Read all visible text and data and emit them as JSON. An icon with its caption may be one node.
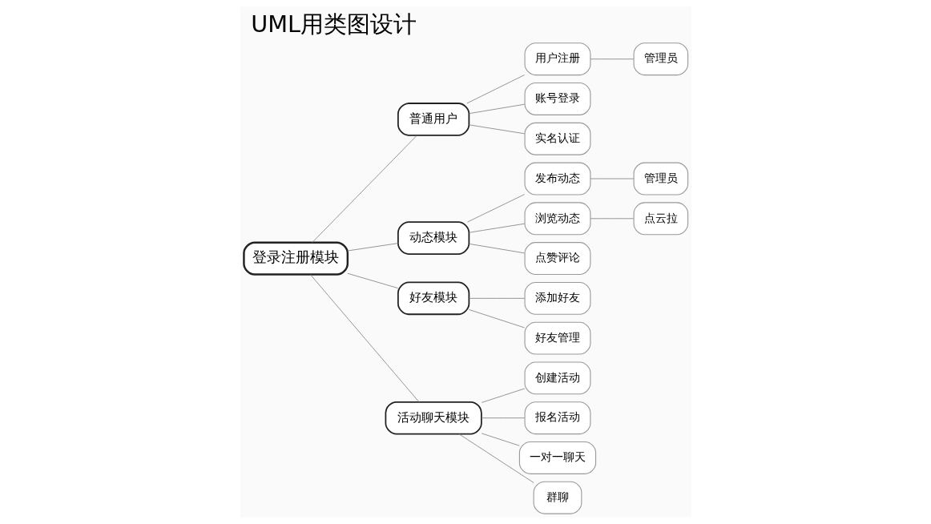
{
  "diagram": {
    "title": "UML用类图设计",
    "nodes": [
      {
        "text": [
          "登录注册模块"
        ]
      },
      {
        "text": [
          "普通用户"
        ]
      },
      {
        "text": [
          "用户注册"
        ]
      },
      {
        "text": [
          "管理员"
        ]
      },
      {
        "text": [
          "账号登录"
        ]
      },
      {
        "text": [
          "实名认证"
        ]
      },
      {
        "text": [
          "动态模块"
        ]
      },
      {
        "text": [
          "发布动态"
        ]
      },
      {
        "text": [
          "管理员"
        ]
      },
      {
        "text": [
          "浏览动态"
        ]
      },
      {
        "text": [
          "点云拉"
        ]
      },
      {
        "text": [
          "点赞评论"
        ]
      },
      {
        "text": [
          "好友模块"
        ]
      },
      {
        "text": [
          "添加好友"
        ]
      },
      {
        "text": [
          "好友管理"
        ]
      },
      {
        "text": [
          "活动聊天模块"
        ]
      },
      {
        "text": [
          "创建活动"
        ]
      },
      {
        "text": [
          "报名活动"
        ]
      },
      {
        "text": [
          "一对一聊天"
        ]
      },
      {
        "text": [
          "群聊"
        ]
      }
    ],
    "edges": [
      {
        "from": 0,
        "to": 1,
        "arrow": "none"
      },
      {
        "from": 0,
        "to": 6,
        "arrow": "none"
      },
      {
        "from": 0,
        "to": 12,
        "arrow": "none"
      },
      {
        "from": 0,
        "to": 15,
        "arrow": "none"
      },
      {
        "from": 1,
        "to": 2,
        "arrow": "none"
      },
      {
        "from": 1,
        "to": 4,
        "arrow": "none"
      },
      {
        "from": 1,
        "to": 5,
        "arrow": "none"
      },
      {
        "from": 2,
        "to": 3,
        "arrow": "none"
      },
      {
        "from": 6,
        "to": 7,
        "arrow": "none"
      },
      {
        "from": 6,
        "to": 9,
        "arrow": "none"
      },
      {
        "from": 6,
        "to": 11,
        "arrow": "none"
      },
      {
        "from": 7,
        "to": 8,
        "arrow": "none"
      },
      {
        "from": 9,
        "to": 10,
        "arrow": "none"
      },
      {
        "from": 12,
        "to": 13,
        "arrow": "none"
      },
      {
        "from": 12,
        "to": 14,
        "arrow": "none"
      },
      {
        "from": 15,
        "to": 16,
        "arrow": "none"
      },
      {
        "from": 15,
        "to": 17,
        "arrow": "none"
      },
      {
        "from": 15,
        "to": 18,
        "arrow": "none"
      },
      {
        "from": 15,
        "to": 19,
        "arrow": "none"
      }
    ]
  }
}
